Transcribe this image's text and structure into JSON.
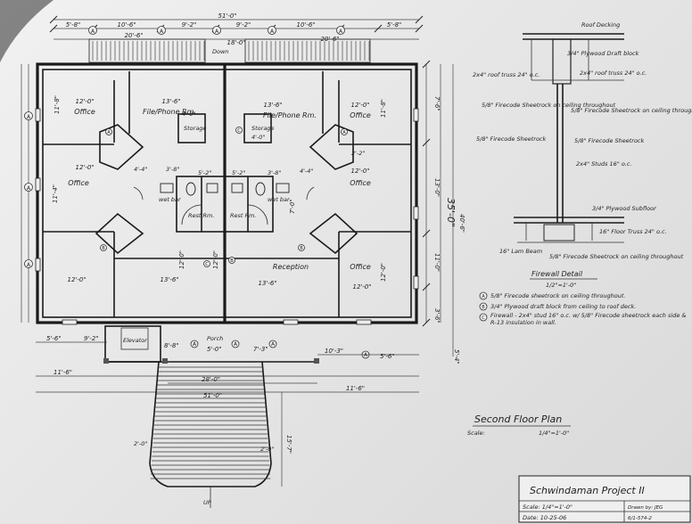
{
  "plan": {
    "title": "Second Floor Plan",
    "scale_label": "Scale:",
    "scale_value": "1/4\"=1'-0\""
  },
  "title_block": {
    "project": "Schwindaman Project II",
    "scale_text": "Scale: 1/4\"=1'-0\"",
    "date_text": "Date: 10-25-06",
    "drawn_by": "Drawn by: JEG",
    "sheet_no": "6/1-574-2"
  },
  "rooms": {
    "office_nw": "Office",
    "file_phone_w": "File/Phone Rm.",
    "file_phone_e": "File/Phone Rm.",
    "office_ne": "Office",
    "office_w": "Office",
    "office_e": "Office",
    "reception": "Reception",
    "office_se": "Office",
    "wet_bar_w": "wet bar",
    "wet_bar_e": "wet bar",
    "rest_rm_w": "Rest Rm.",
    "rest_rm_e": "Rest Rm.",
    "storage_w": "Storage",
    "storage_e": "Storage",
    "elevator": "Elevator",
    "porch": "Porch",
    "down": "Down",
    "up": "UP"
  },
  "dims": {
    "top_overall": "51'-0\"",
    "top_1": "5'-8\"",
    "top_2": "10'-6\"",
    "top_3": "9'-2\"",
    "top_4": "9'-2\"",
    "top_5": "10'-6\"",
    "top_6": "5'-8\"",
    "top_stair": "18'-0\"",
    "top_l": "20'-6\"",
    "top_r": "20'-6\"",
    "r_1": "7'-6\"",
    "r_2": "13'-0\"",
    "r_3": "11'-0\"",
    "r_4": "3'-6\"",
    "r_total": "35'-0\"",
    "r_total2": "40'-6\"",
    "r_bottom": "5'-4\"",
    "in_w1": "12'-0\"",
    "in_w2": "13'-6\"",
    "in_w3": "13'-6\"",
    "in_w4": "12'-0\"",
    "in_m1": "12'-0\"",
    "in_m4": "12'-0\"",
    "in_b1": "12'-0\"",
    "in_b2": "13'-6\"",
    "in_b3": "13'-6\"",
    "in_b4": "12'-0\"",
    "v_11_8": "11'-8\"",
    "v_11_4": "11'-4\"",
    "v_12_0a": "12'-0\"",
    "v_12_0b": "12'-0\"",
    "v_12_0c": "12'-0\"",
    "v_7_0": "7'-0\"",
    "v_11_8b": "11'-8\"",
    "core_44": "4'-4\"",
    "core_38": "3'-8\"",
    "core_52a": "5'-2\"",
    "core_52b": "5'-2\"",
    "core_38b": "3'-8\"",
    "core_44b": "4'-4\"",
    "core_40a": "4'-0\"",
    "core_40b": "4'-0\"",
    "core_22": "2'-2\"",
    "bl_1": "5'-6\"",
    "bl_2": "9'-2\"",
    "bl_3": "8'-8\"",
    "bl_4": "5'-0\"",
    "bl_5": "7'-3\"",
    "bl_6": "10'-3\"",
    "bl_7": "5'-6\"",
    "b_left": "11'-6\"",
    "b_right": "11'-6\"",
    "b_mid": "28'-0\"",
    "b_overall": "51'-0\"",
    "stair_len": "15'-7\"",
    "stair_w_l": "2'-0\"",
    "stair_w_r": "2'-0\""
  },
  "grid": [
    "A",
    "A",
    "A",
    "A",
    "A",
    "A",
    "A"
  ],
  "symbols": [
    "A",
    "B",
    "C"
  ],
  "firewall_detail": {
    "title": "Firewall Detail",
    "scale": "1/2\"=1'-0\"",
    "roof_decking": "Roof Decking",
    "plywood_draft": "3/4\" Plywood Draft block",
    "roof_truss_l": "2x4\" roof truss 24\" o.c.",
    "roof_truss_r": "2x4\" roof truss 24\" o.c.",
    "firecode_ceiling_l": "5/8\" Firecode Sheetrock on ceiling throughout",
    "firecode_ceiling_r": "5/8\" Firecode Sheetrock on ceiling throughout",
    "firecode_sheetrock_l": "5/8\" Firecode Sheetrock",
    "firecode_sheetrock_r": "5/8\" Firecode Sheetrock",
    "studs": "2x4\" Studs 16\" o.c.",
    "plywood_subfloor": "3/4\" Plywood Subfloor",
    "floor_truss": "16\" Floor Truss 24\" o.c.",
    "lam_beam": "16\" Lam Beam",
    "firecode_ceiling_b": "5/8\" Firecode Sheetrock on ceiling throughout"
  },
  "notes": [
    {
      "key": "A",
      "text": "5/8\" Firecode sheetrock on ceiling throughout."
    },
    {
      "key": "B",
      "text": "3/4\" Plywood draft block from ceiling to roof deck."
    },
    {
      "key": "C",
      "text": "Firewall - 2x4\" stud 16\" o.c. w/ 5/8\" Firecode sheetrock each side & R-13 insulation in wall."
    }
  ]
}
